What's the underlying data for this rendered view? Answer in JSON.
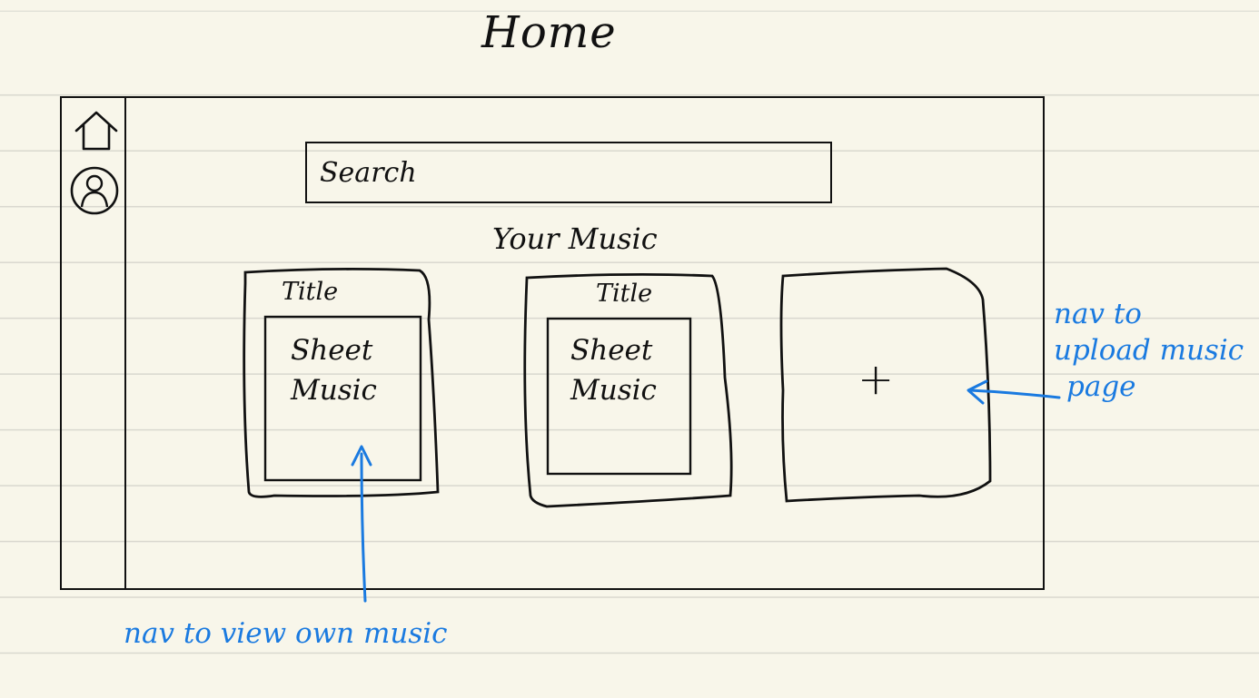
{
  "page": {
    "title": "Home"
  },
  "search": {
    "placeholder": "Search"
  },
  "library": {
    "title": "Your Music",
    "cards": [
      {
        "title": "Title",
        "preview": [
          "Sheet",
          "Music"
        ]
      },
      {
        "title": "Title",
        "preview": [
          "Sheet",
          "Music"
        ]
      }
    ],
    "add_label": "+"
  },
  "annotations": {
    "upload": [
      "nav to",
      "upload music",
      "page"
    ],
    "view": "nav to view own music"
  },
  "icons": {
    "home": "home-icon",
    "profile": "user-profile-icon",
    "add": "plus-icon"
  },
  "colors": {
    "paper": "#f8f6ea",
    "ink": "#111111",
    "annotation": "#1a7ae0",
    "rule_lines": "#d9d8cf"
  }
}
